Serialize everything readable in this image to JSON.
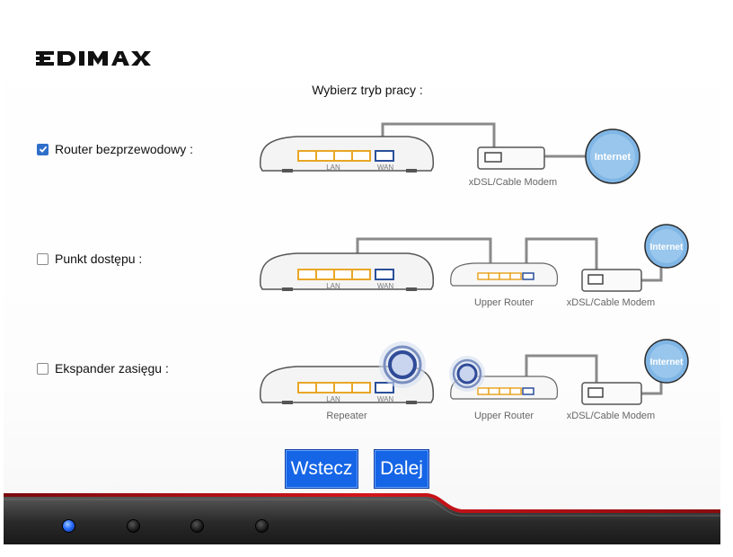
{
  "brand": {
    "logo_text": "EDIMAX"
  },
  "page": {
    "title": "Wybierz tryb pracy :"
  },
  "modes": [
    {
      "label": "Router bezprzewodowy :",
      "checked": true
    },
    {
      "label": "Punkt dostępu :",
      "checked": false
    },
    {
      "label": "Ekspander zasięgu :",
      "checked": false
    }
  ],
  "diagram_labels": {
    "lan": "LAN",
    "wan": "WAN",
    "modem": "xDSL/Cable Modem",
    "internet": "Internet",
    "upper_router": "Upper Router",
    "repeater": "Repeater"
  },
  "buttons": {
    "back": "Wstecz",
    "next": "Dalej"
  },
  "status_leds": [
    true,
    false,
    false,
    false
  ],
  "colors": {
    "button": "#1565e6",
    "checkbox": "#2f6fc9",
    "lan_port": "#e8a626",
    "wan_port": "#2a4f9a",
    "cable": "#888888",
    "internet": "#7fb6e6",
    "accent_red": "#c0141a"
  }
}
